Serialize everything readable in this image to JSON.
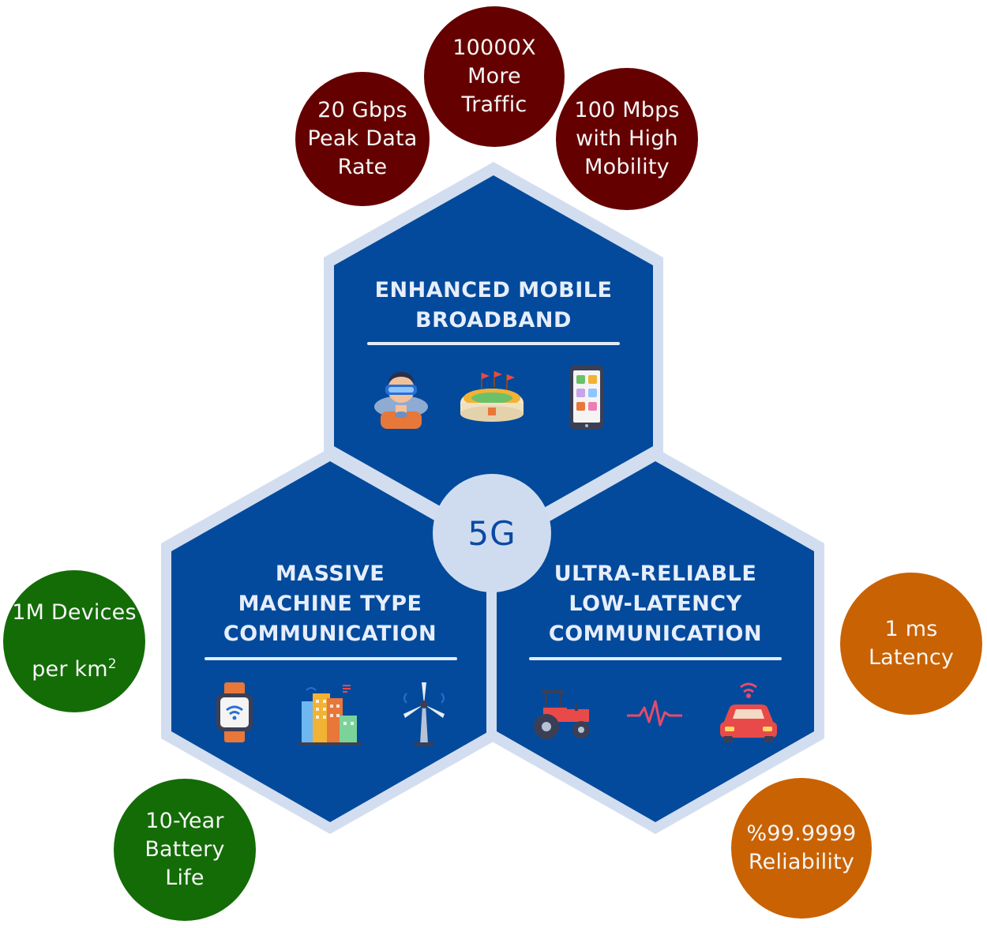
{
  "colors": {
    "hex_fill": "#034a9c",
    "hex_border": "#d2def0",
    "embb_bubble": "#650001",
    "mmtc_bubble": "#136c06",
    "urllc_bubble": "#c96202",
    "center_fill": "#cfdcf0"
  },
  "center": {
    "label": "5G"
  },
  "embb": {
    "title": "ENHANCED MOBILE\nBROADBAND",
    "icons": [
      "vr-headset-user-icon",
      "stadium-icon",
      "smartphone-apps-icon"
    ],
    "bubbles": [
      {
        "text": "20 Gbps\nPeak Data\nRate"
      },
      {
        "text": "10000X\nMore\nTraffic"
      },
      {
        "text": "100 Mbps\nwith High\nMobility"
      }
    ]
  },
  "mmtc": {
    "title": "MASSIVE\nMACHINE TYPE\nCOMMUNICATION",
    "icons": [
      "smartwatch-wifi-icon",
      "smart-city-buildings-icon",
      "wind-turbine-icon"
    ],
    "bubbles": [
      {
        "text_line1": "1M Devices",
        "text_line2": "per km",
        "superscript": "2"
      },
      {
        "text": "10-Year\nBattery\nLife"
      }
    ]
  },
  "urllc": {
    "title": "ULTRA-RELIABLE\nLOW-LATENCY\nCOMMUNICATION",
    "icons": [
      "tractor-icon",
      "heartbeat-pulse-icon",
      "connected-car-icon"
    ],
    "bubbles": [
      {
        "text": "1 ms\nLatency"
      },
      {
        "text": "%99.9999\nReliability"
      }
    ]
  }
}
